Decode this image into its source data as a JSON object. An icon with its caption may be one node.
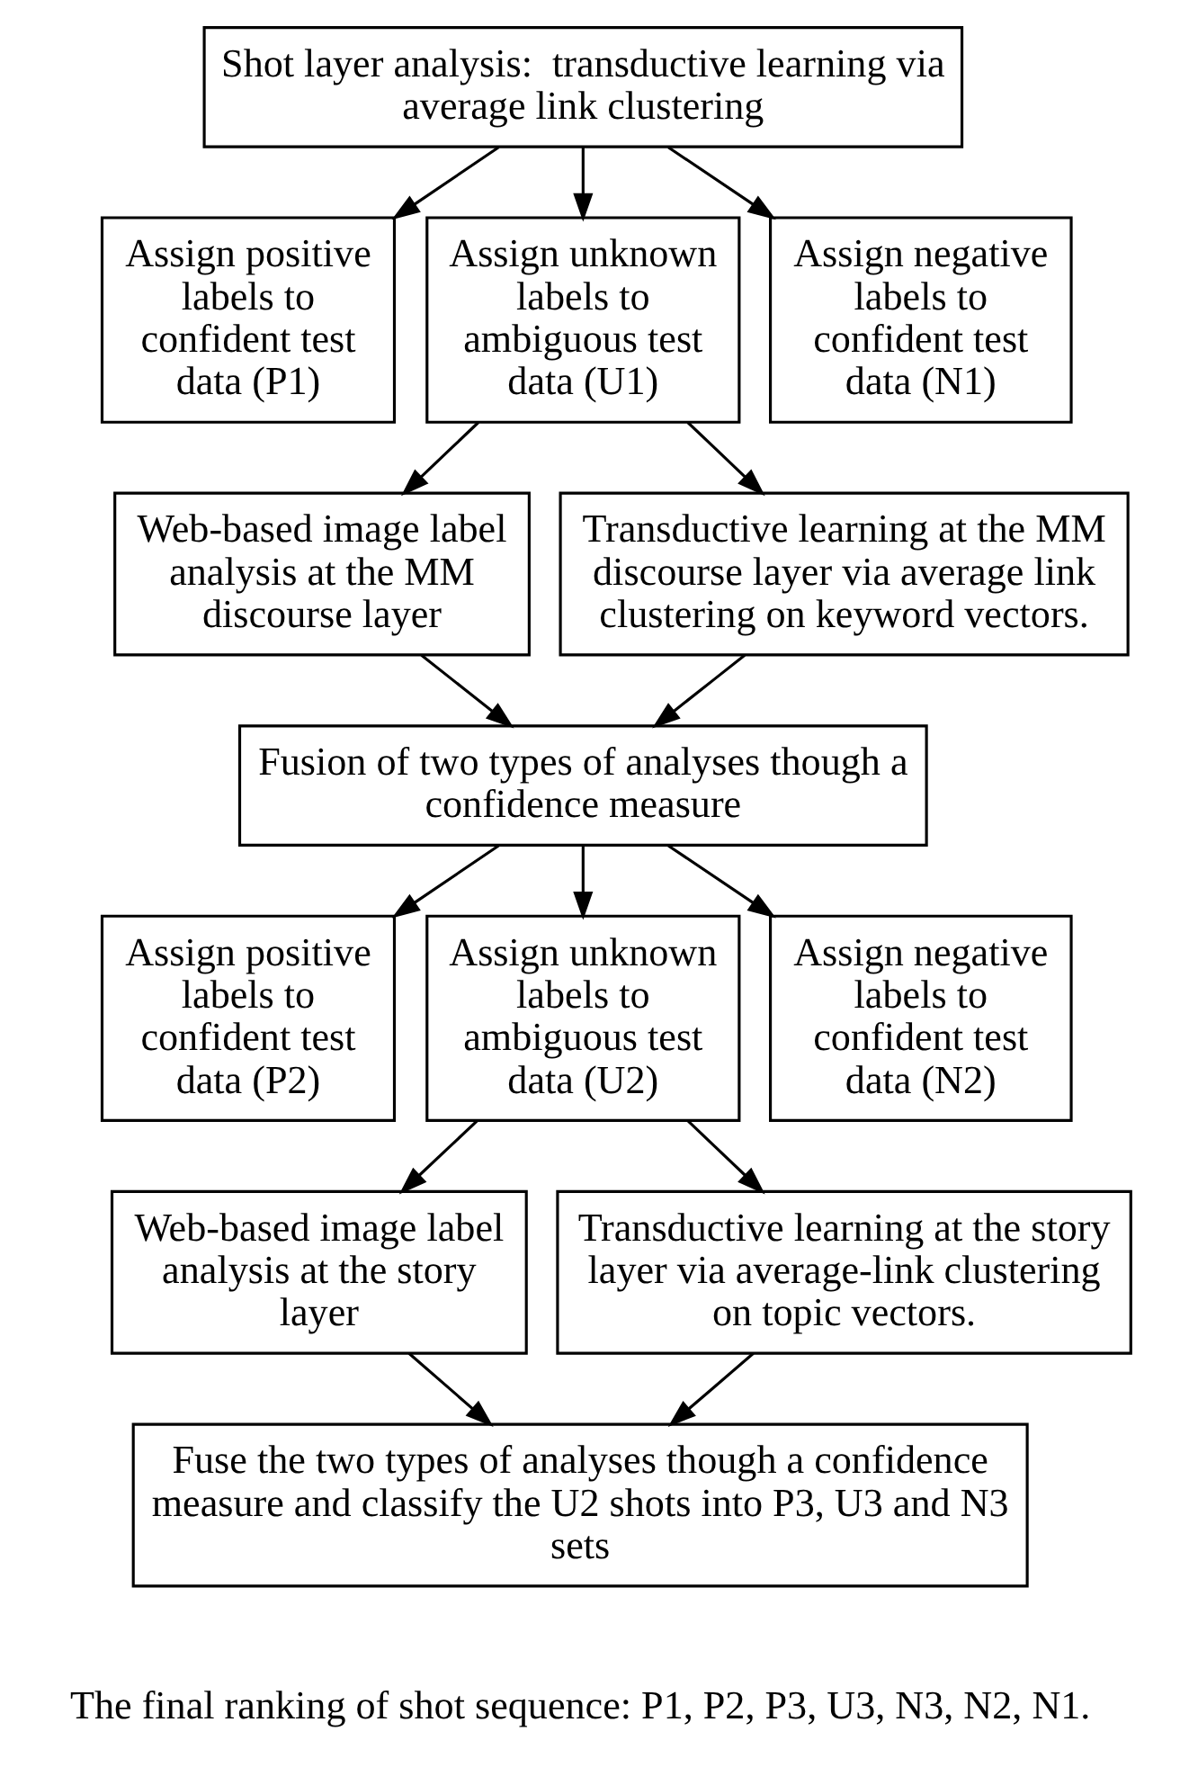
{
  "diagram": {
    "nodes": [
      {
        "text": [
          "Shot layer analysis:  transductive learning via average link clustering"
        ]
      },
      {
        "text": [
          "Assign positive labels to confident test data (P1)"
        ]
      },
      {
        "text": [
          "Assign unknown labels to ambiguous test data (U1)"
        ]
      },
      {
        "text": [
          "Assign negative labels to confident test data (N1)"
        ]
      },
      {
        "text": [
          "Web-based image label analysis at the MM discourse layer"
        ]
      },
      {
        "text": [
          "Transductive learning at the MM discourse layer via average link clustering on keyword vectors."
        ]
      },
      {
        "text": [
          "Fusion of two types of analyses though a confidence measure"
        ]
      },
      {
        "text": [
          "Assign positive labels to confident test data (P2)"
        ]
      },
      {
        "text": [
          "Assign unknown labels to ambiguous test data (U2)"
        ]
      },
      {
        "text": [
          "Assign negative labels to confident test data (N2)"
        ]
      },
      {
        "text": [
          "Web-based image label analysis at the story layer"
        ]
      },
      {
        "text": [
          "Transductive learning at the story layer via average-link clustering on topic vectors."
        ]
      },
      {
        "text": [
          "Fuse the two types of analyses though a confidence measure and classify the U2 shots into P3, U3 and N3 sets"
        ]
      }
    ],
    "edges": [
      {
        "from": 0,
        "to": 1,
        "arrow": "to"
      },
      {
        "from": 0,
        "to": 2,
        "arrow": "to"
      },
      {
        "from": 0,
        "to": 3,
        "arrow": "to"
      },
      {
        "from": 2,
        "to": 4,
        "arrow": "to"
      },
      {
        "from": 2,
        "to": 5,
        "arrow": "to"
      },
      {
        "from": 4,
        "to": 6,
        "arrow": "to"
      },
      {
        "from": 5,
        "to": 6,
        "arrow": "to"
      },
      {
        "from": 6,
        "to": 7,
        "arrow": "to"
      },
      {
        "from": 6,
        "to": 8,
        "arrow": "to"
      },
      {
        "from": 6,
        "to": 9,
        "arrow": "to"
      },
      {
        "from": 8,
        "to": 10,
        "arrow": "to"
      },
      {
        "from": 8,
        "to": 11,
        "arrow": "to"
      },
      {
        "from": 10,
        "to": 12,
        "arrow": "to"
      },
      {
        "from": 11,
        "to": 12,
        "arrow": "to"
      }
    ],
    "labels": [
      "The final ranking of shot sequence: P1, P2, P3, U3, N3, N2, N1."
    ]
  }
}
